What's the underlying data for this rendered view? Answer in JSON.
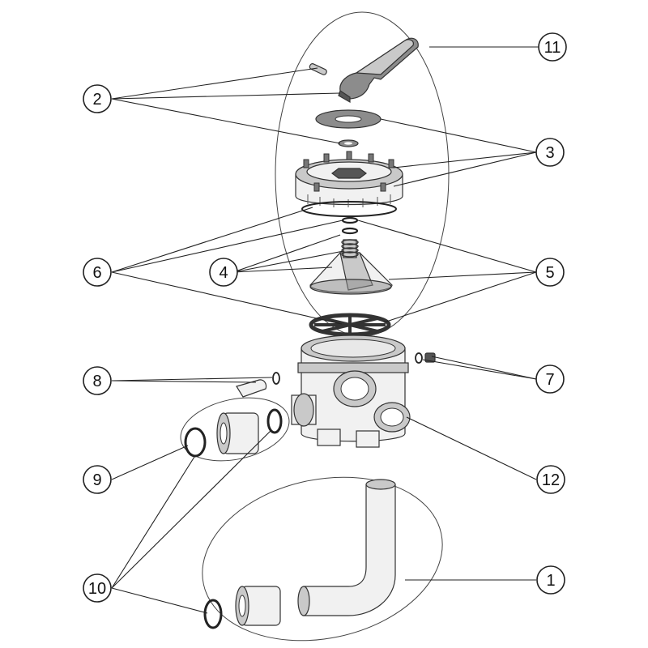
{
  "callouts": [
    {
      "id": "callout-1",
      "label": "1"
    },
    {
      "id": "callout-2",
      "label": "2"
    },
    {
      "id": "callout-3",
      "label": "3"
    },
    {
      "id": "callout-4",
      "label": "4"
    },
    {
      "id": "callout-5",
      "label": "5"
    },
    {
      "id": "callout-6",
      "label": "6"
    },
    {
      "id": "callout-7",
      "label": "7"
    },
    {
      "id": "callout-8",
      "label": "8"
    },
    {
      "id": "callout-9",
      "label": "9"
    },
    {
      "id": "callout-10",
      "label": "10"
    },
    {
      "id": "callout-11",
      "label": "11"
    },
    {
      "id": "callout-12",
      "label": "12"
    }
  ],
  "parts": {
    "valve_body_port_label": "",
    "colors": {
      "stroke": "#333333",
      "fill_light": "#f1f1f1",
      "fill_mid": "#c9c9c9",
      "fill_dark": "#8c8c8c"
    }
  }
}
